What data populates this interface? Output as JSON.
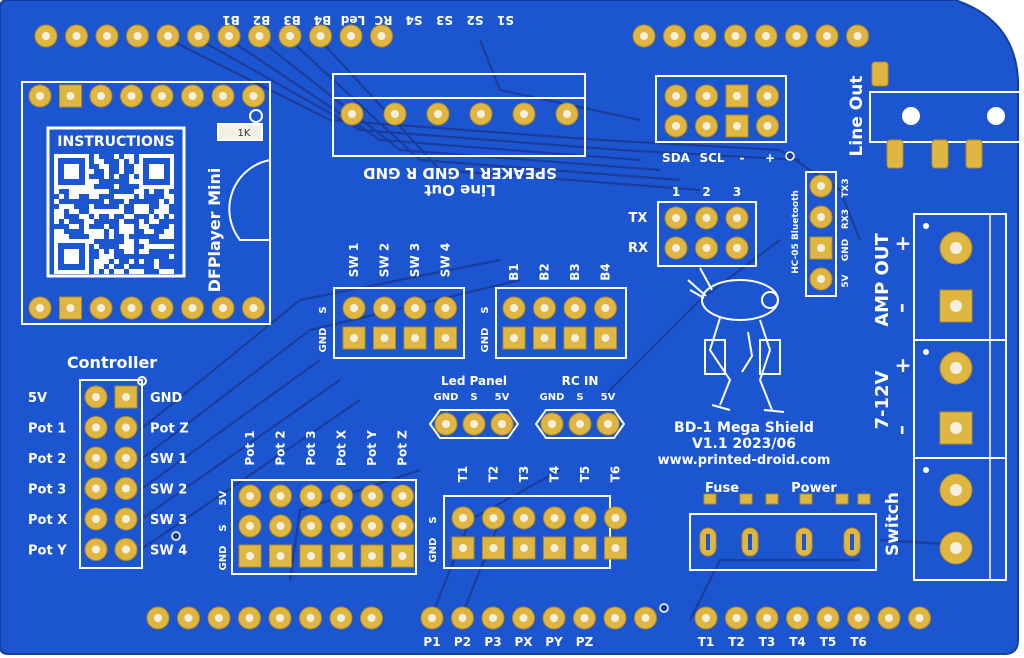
{
  "board": {
    "name": "BD-1 Mega Shield",
    "version": "V1.1 2023/06",
    "website": "www.printed-droid.com",
    "colors": {
      "board": "#1b56d0",
      "trace": "#1a3d9c",
      "silk": "#ffffff",
      "pad": "#e0b642",
      "hole": "#f5f0dd"
    }
  },
  "top_header": {
    "labels": [
      "B1",
      "B2",
      "B3",
      "B4",
      "Led",
      "RC",
      "S4",
      "S3",
      "S2",
      "S1"
    ]
  },
  "dfplayer": {
    "title": "DFPlayer Mini",
    "instructions": "INSTRUCTIONS",
    "resistor": "1K"
  },
  "line_out_terminal": {
    "labels": "SPEAKER L GND R GND",
    "sub": "Line Out"
  },
  "i2c": {
    "labels": [
      "SDA",
      "SCL",
      "-",
      "+"
    ]
  },
  "serial": {
    "cols": [
      "1",
      "2",
      "3"
    ],
    "rows": [
      "TX",
      "RX"
    ]
  },
  "bluetooth": {
    "title": "HC-05 Bluetooth",
    "pins": [
      "TX3",
      "RX3",
      "GND",
      "5V"
    ]
  },
  "line_out_jack": {
    "label": "Line Out"
  },
  "amp_out": {
    "label": "AMP OUT",
    "plus": "+",
    "minus": "–"
  },
  "power_in": {
    "label": "7-12V",
    "plus": "+",
    "minus": "–"
  },
  "switch": {
    "label": "Switch"
  },
  "switches_header": {
    "labels": [
      "SW 1",
      "SW 2",
      "SW 3",
      "SW 4"
    ],
    "row_labels": [
      "S",
      "GND"
    ]
  },
  "buttons_header": {
    "labels": [
      "B1",
      "B2",
      "B3",
      "B4"
    ],
    "row_labels": [
      "S",
      "GND"
    ]
  },
  "controller": {
    "title": "Controller",
    "left": [
      "5V",
      "Pot 1",
      "Pot 2",
      "Pot 3",
      "Pot X",
      "Pot Y"
    ],
    "right": [
      "GND",
      "Pot Z",
      "SW 1",
      "SW 2",
      "SW 3",
      "SW 4"
    ]
  },
  "led_panel": {
    "title": "Led Panel",
    "pins": [
      "GND",
      "S",
      "5V"
    ]
  },
  "rc_in": {
    "title": "RC IN",
    "pins": [
      "GND",
      "S",
      "5V"
    ]
  },
  "pots_header": {
    "labels": [
      "Pot 1",
      "Pot 2",
      "Pot 3",
      "Pot X",
      "Pot Y",
      "Pot Z"
    ],
    "row_labels": [
      "5V",
      "S",
      "GND"
    ]
  },
  "servos_header": {
    "labels": [
      "T1",
      "T2",
      "T3",
      "T4",
      "T5",
      "T6"
    ],
    "row_labels": [
      "S",
      "GND"
    ]
  },
  "fuse": {
    "label": "Fuse"
  },
  "power_led": {
    "label": "Power"
  },
  "bottom_header": {
    "left_labels": [
      "P1",
      "P2",
      "P3",
      "PX",
      "PY",
      "PZ"
    ],
    "right_labels": [
      "T1",
      "T2",
      "T3",
      "T4",
      "T5",
      "T6"
    ]
  }
}
